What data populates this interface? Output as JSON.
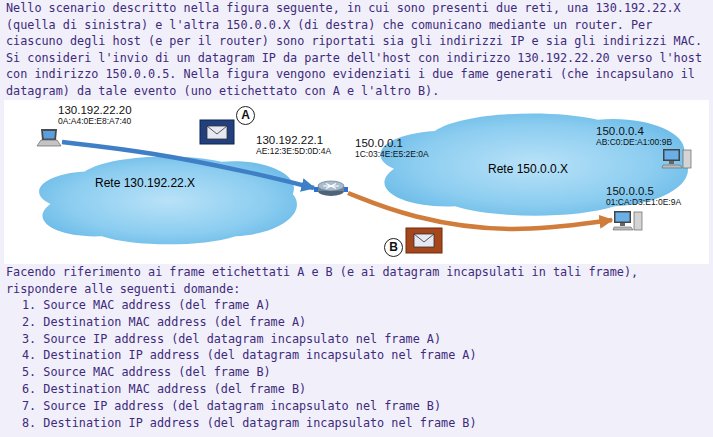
{
  "diagram": {
    "nodes": [
      {
        "text": [
          "Rete 130.192.22.X"
        ]
      },
      {
        "text": [
          "Rete 150.0.0.X"
        ]
      },
      {
        "text": [
          "130.192.22.20",
          "0A:A4:0E:E8:A7:40"
        ]
      },
      {
        "text": [
          "130.192.22.1",
          "AE:12:3E:5D:0D:4A",
          "150.0.0.1",
          "1C:03:4E:E5:2E:0A"
        ]
      },
      {
        "text": [
          "150.0.0.4",
          "AB:C0:DE:A1:00:9B"
        ]
      },
      {
        "text": [
          "150.0.0.5",
          "01:CA:D3:E1:0E:9A"
        ]
      }
    ],
    "edges": [
      {
        "from": 2,
        "to": 3,
        "label": "A",
        "arrow": "to"
      },
      {
        "from": 3,
        "to": 5,
        "label": "B",
        "arrow": "to"
      }
    ],
    "labels": [
      "Nello scenario descritto nella figura seguente, in cui sono presenti due reti, una 130.192.22.X (quella di sinistra) e l'altra 150.0.0.X (di destra) che comunicano mediante un router. Per ciascuno degli host (e per il router) sono riportati sia gli indirizzi IP e sia gli indirizzi MAC. Si consideri l'invio di un datagram IP da parte dell'host con indirizzo 130.192.22.20 verso l'host con indirizzo 150.0.0.5. Nella figura vengono evidenziati i due fame generati (che incapsulano il datagram) da tale evento (uno etichettato con A e l'altro B).",
      "Facendo riferimento ai frame etichettati A e B (e ai datagram incapsulati in tali frame), rispondere alle seguenti domande:",
      "1. Source MAC address (del frame A)",
      "2. Destination MAC address (del frame A)",
      "3. Source IP address (del datagram incapsulato nel frame A)",
      "4. Destination IP address (del datagram incapsulato nel frame A)",
      "5. Source MAC address (del frame B)",
      "6. Destination MAC address (del frame B)",
      "7. Source IP address (del datagram incapsulato nel frame B)",
      "8. Destination IP address (del datagram incapsulato nel frame B)"
    ]
  }
}
